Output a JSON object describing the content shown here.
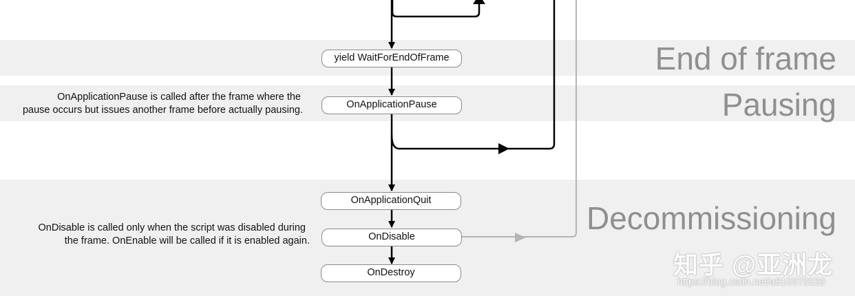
{
  "sections": [
    {
      "title": "End of frame"
    },
    {
      "title": "Pausing"
    },
    {
      "title": "Decommissioning"
    }
  ],
  "nodes": {
    "wait_for_end_of_frame": "yield WaitForEndOfFrame",
    "on_application_pause": "OnApplicationPause",
    "on_application_quit": "OnApplicationQuit",
    "on_disable": "OnDisable",
    "on_destroy": "OnDestroy"
  },
  "notes": {
    "pause": [
      "OnApplicationPause is called after the frame where the",
      "pause occurs but issues another frame before actually pausing."
    ],
    "disable": [
      "OnDisable is called only when the script was disabled during",
      "the frame. OnEnable will be called if it is enabled again."
    ]
  },
  "watermark": {
    "brand": "知乎 @亚洲龙",
    "url": "https://blog.csdn.net/a810373329"
  },
  "colors": {
    "band": "#f0f0f0",
    "title": "#8f8f8f",
    "arrow": "#000000",
    "gray_arrow": "#b4b4b4"
  }
}
